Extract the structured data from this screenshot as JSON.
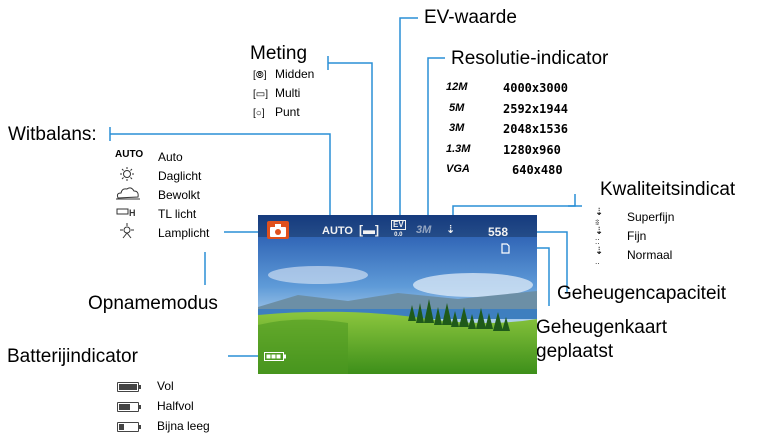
{
  "labels": {
    "ev": "EV-waarde",
    "metering": "Meting",
    "resolution": "Resolutie-indicator",
    "whitebalance": "Witbalans:",
    "quality": "Kwaliteitsindicat",
    "capture_mode": "Opnamemodus",
    "capacity": "Geheugencapaciteit",
    "memcard_line1": "Geheugenkaart",
    "memcard_line2": "geplaatst",
    "battery": "Batterijindicator"
  },
  "metering_items": [
    "Midden",
    "Multi",
    "Punt"
  ],
  "whitebalance_items": [
    {
      "icon": "AUTO",
      "label": "Auto"
    },
    {
      "icon": "sun-icon",
      "label": "Daglicht"
    },
    {
      "icon": "cloud-icon",
      "label": "Bewolkt"
    },
    {
      "icon": "fluorescent-icon",
      "label": "TL licht"
    },
    {
      "icon": "lamp-icon",
      "label": "Lamplicht"
    }
  ],
  "resolution_items": [
    {
      "code": "12M",
      "size": "4000x3000"
    },
    {
      "code": "5M",
      "size": "2592x1944"
    },
    {
      "code": "3M",
      "size": "2048x1536"
    },
    {
      "code": "1.3M",
      "size": "1280x960"
    },
    {
      "code": "VGA",
      "size": "640x480"
    }
  ],
  "quality_items": [
    "Superfijn",
    "Fijn",
    "Normaal"
  ],
  "battery_items": [
    {
      "label": "Vol",
      "level": 1.0
    },
    {
      "label": "Halfvol",
      "level": 0.6
    },
    {
      "label": "Bijna leeg",
      "level": 0.25
    }
  ],
  "screen": {
    "wb": "AUTO",
    "ev": "EV",
    "ev_value": "0.0",
    "res": "3M",
    "count": "558"
  },
  "colors": {
    "leader": "#2a8fd6",
    "camera_icon": "#e0501c"
  }
}
